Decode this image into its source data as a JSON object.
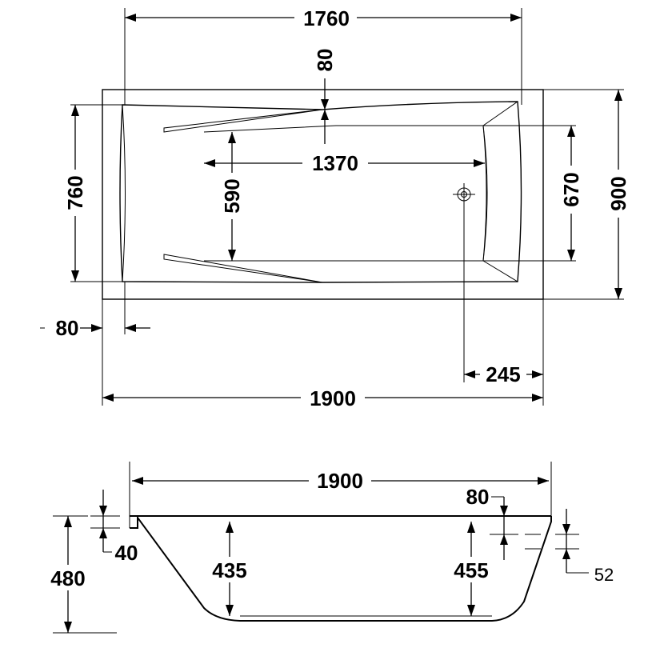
{
  "top_view": {
    "inner_length": "1760",
    "head_rest": "80",
    "inner_width_left": "760",
    "bottom_width": "590",
    "bottom_length": "1370",
    "inner_width_right": "670",
    "outer_width": "900",
    "rim_left": "80",
    "drain_offset": "245",
    "outer_length": "1900"
  },
  "side_view": {
    "outer_length": "1900",
    "rim_right": "80",
    "rim_height": "40",
    "total_height": "480",
    "depth_left": "435",
    "depth_right": "455",
    "overflow_height": "52"
  }
}
